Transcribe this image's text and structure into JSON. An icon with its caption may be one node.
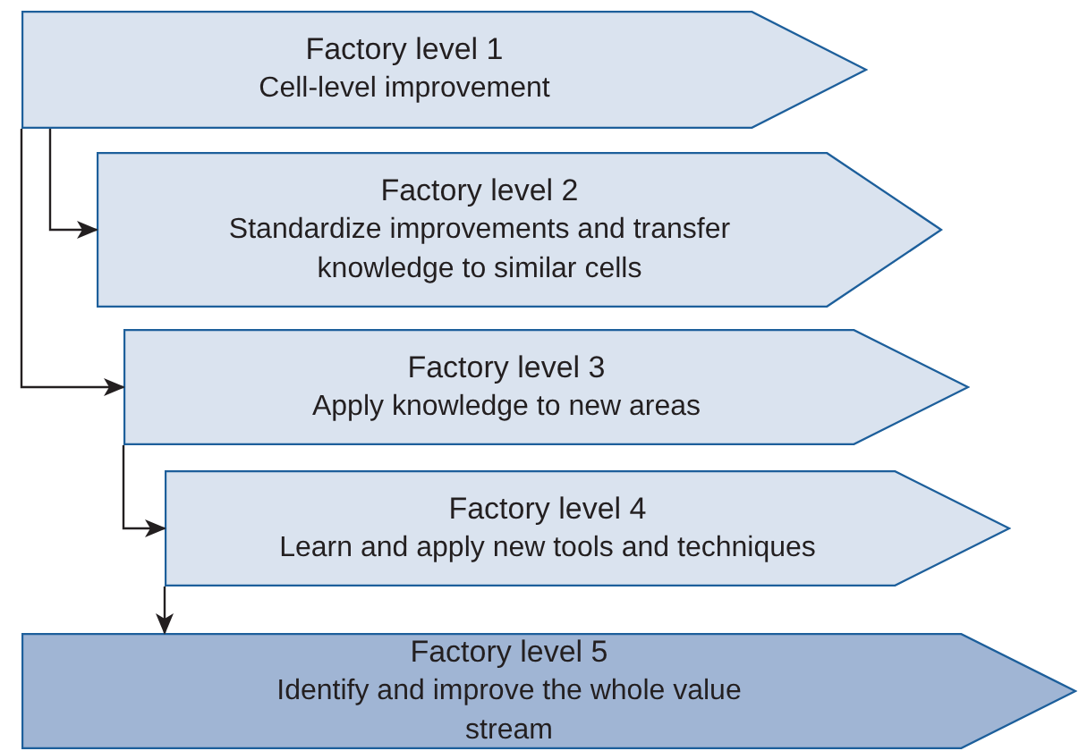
{
  "diagram": {
    "nodes": [
      {
        "text": [
          "Factory level 1",
          "Cell-level improvement"
        ]
      },
      {
        "text": [
          "Factory level 2",
          "Standardize improvements and transfer knowledge to similar cells"
        ]
      },
      {
        "text": [
          "Factory level 3",
          "Apply knowledge to new areas"
        ]
      },
      {
        "text": [
          "Factory level 4",
          "Learn and apply new tools and techniques"
        ]
      },
      {
        "text": [
          "Factory level 5",
          "Identify and improve the whole value stream"
        ]
      }
    ],
    "edges": [
      {
        "from": 0,
        "to": 1,
        "arrow": "to"
      },
      {
        "from": 0,
        "to": 2,
        "arrow": "to"
      },
      {
        "from": 2,
        "to": 3,
        "arrow": "to"
      },
      {
        "from": 3,
        "to": 4,
        "arrow": "to"
      }
    ]
  }
}
